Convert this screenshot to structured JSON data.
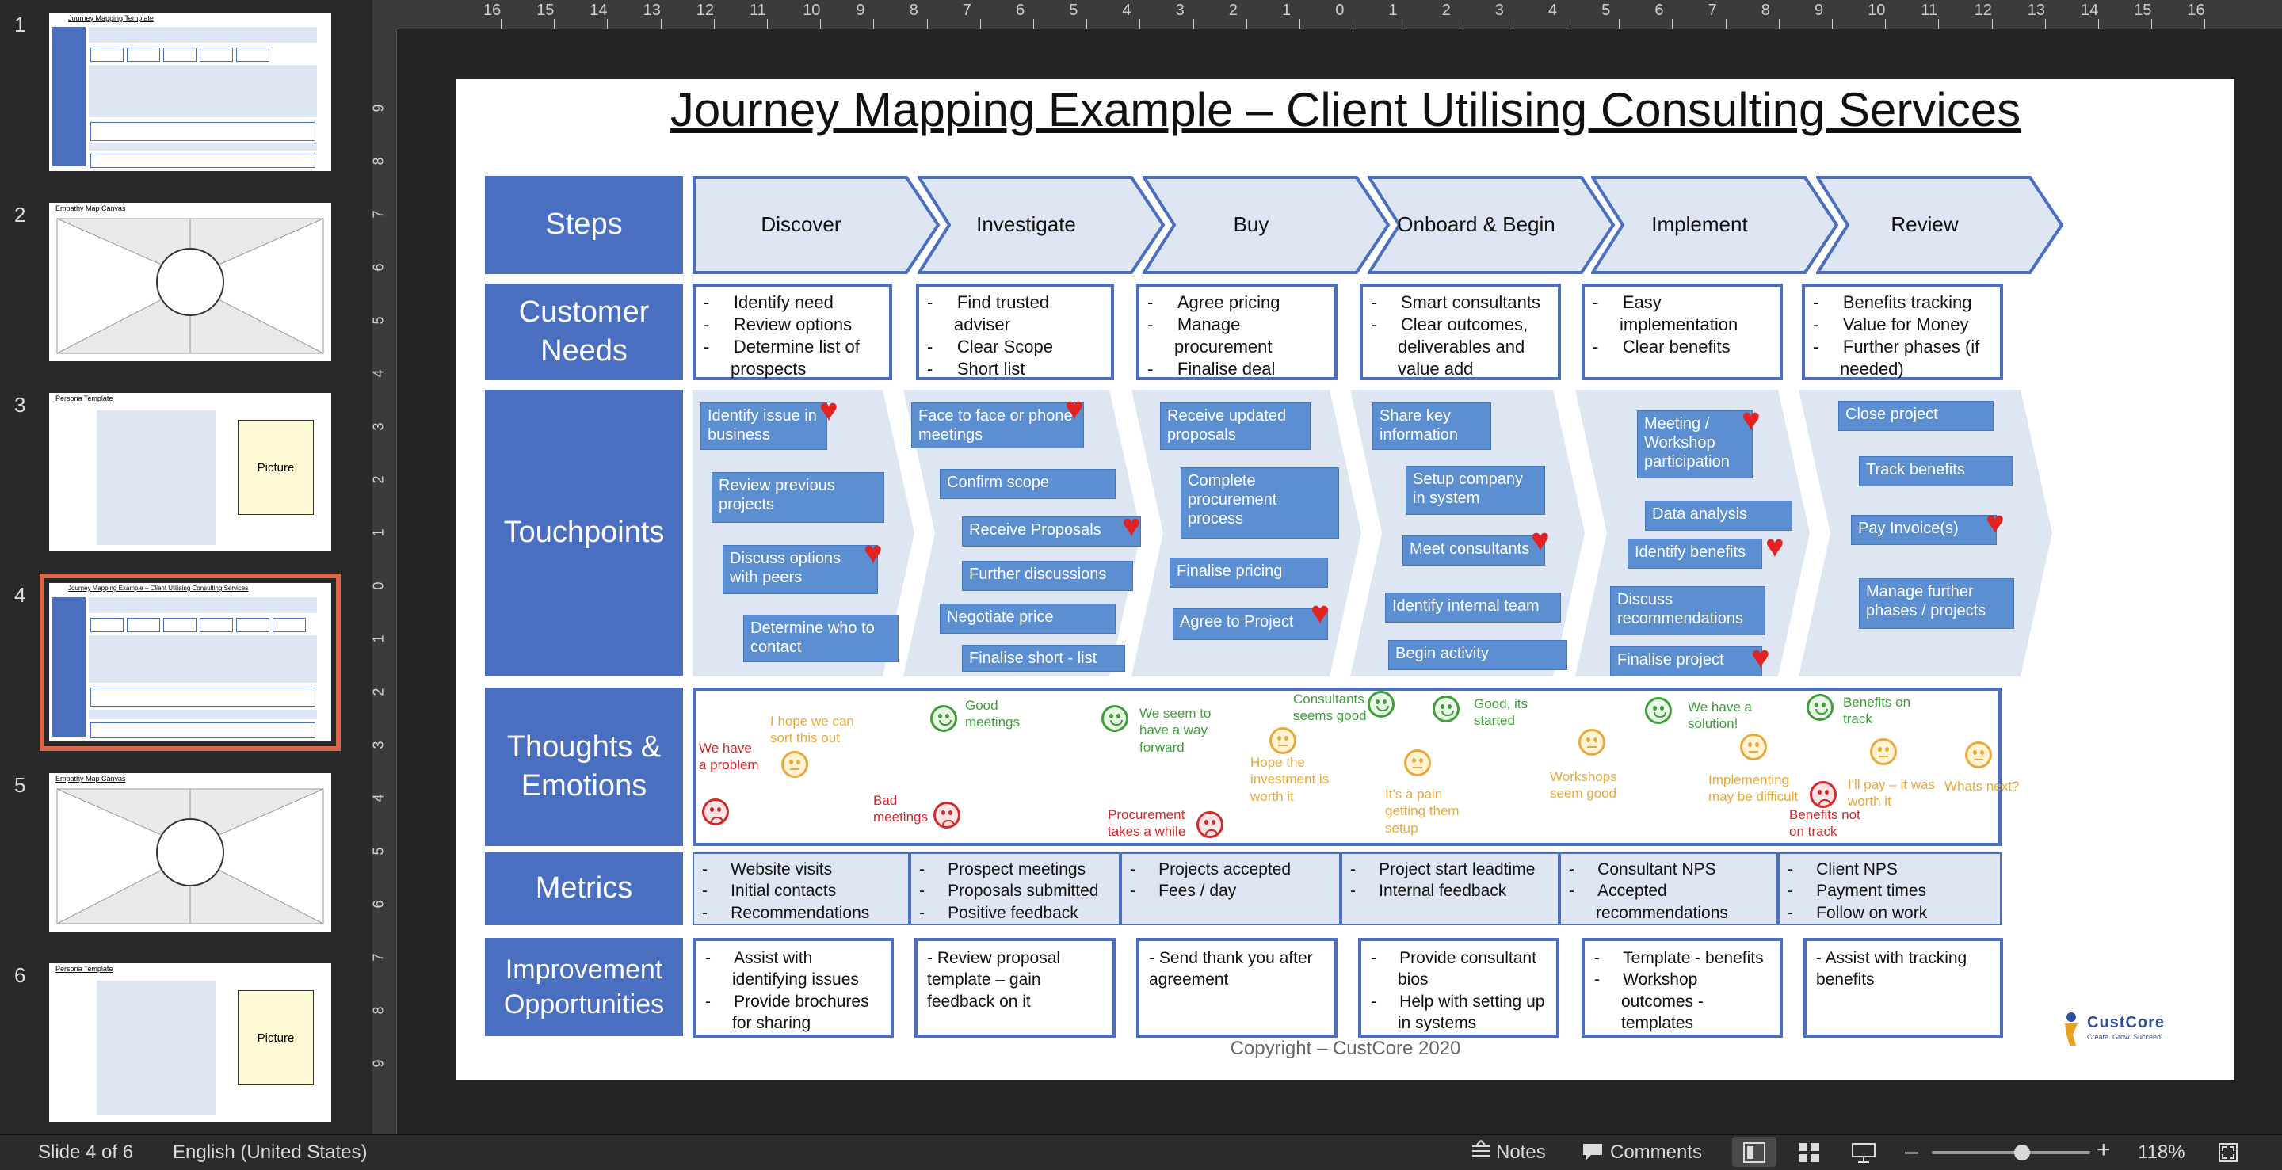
{
  "thumbnails": [
    {
      "number": "1",
      "kind": "journey-template",
      "title": "Journey Mapping Template"
    },
    {
      "number": "2",
      "kind": "empathy",
      "title": "Empathy Map Canvas"
    },
    {
      "number": "3",
      "kind": "persona",
      "title": "Persona Template",
      "picture_label": "Picture"
    },
    {
      "number": "4",
      "kind": "journey-example",
      "title": "Journey Mapping Example – Client Utilising Consulting Services",
      "selected": true
    },
    {
      "number": "5",
      "kind": "empathy",
      "title": "Empathy Map Canvas"
    },
    {
      "number": "6",
      "kind": "persona",
      "title": "Persona Template",
      "picture_label": "Picture"
    }
  ],
  "ruler": {
    "top_labels": [
      "16",
      "15",
      "14",
      "13",
      "12",
      "11",
      "10",
      "9",
      "8",
      "7",
      "6",
      "5",
      "4",
      "3",
      "2",
      "1",
      "0",
      "1",
      "2",
      "3",
      "4",
      "5",
      "6",
      "7",
      "8",
      "9",
      "10",
      "11",
      "12",
      "13",
      "14",
      "15",
      "16"
    ],
    "left_labels": [
      "9",
      "8",
      "7",
      "6",
      "5",
      "4",
      "3",
      "2",
      "1",
      "0",
      "1",
      "2",
      "3",
      "4",
      "5",
      "6",
      "7",
      "8",
      "9"
    ]
  },
  "slide": {
    "title": "Journey Mapping Example – Client Utilising Consulting Services",
    "row_headers": {
      "steps": "Steps",
      "needs": "Customer Needs",
      "touchpoints": "Touchpoints",
      "thoughts": "Thoughts & Emotions",
      "metrics": "Metrics",
      "improvement": "Improvement Opportunities"
    },
    "steps": [
      "Discover",
      "Investigate",
      "Buy",
      "Onboard & Begin",
      "Implement",
      "Review"
    ],
    "needs": [
      [
        "Identify  need",
        "Review options",
        "Determine list of prospects"
      ],
      [
        "Find trusted adviser",
        "Clear Scope",
        "Short list"
      ],
      [
        "Agree pricing",
        "Manage procurement",
        "Finalise deal"
      ],
      [
        "Smart consultants",
        "Clear outcomes, deliverables and value add"
      ],
      [
        "Easy implementation",
        "Clear benefits"
      ],
      [
        "Benefits tracking",
        "Value for Money",
        "Further phases (if needed)"
      ]
    ],
    "touchpoints": [
      {
        "text": "Identify issue in business",
        "heart": true
      },
      {
        "text": "Review previous projects",
        "heart": false
      },
      {
        "text": "Discuss options with peers",
        "heart": true
      },
      {
        "text": "Determine who to contact",
        "heart": false
      },
      {
        "text": "Face to face or phone meetings",
        "heart": true
      },
      {
        "text": "Confirm scope",
        "heart": false
      },
      {
        "text": "Receive Proposals",
        "heart": true
      },
      {
        "text": "Further discussions",
        "heart": false
      },
      {
        "text": "Negotiate price",
        "heart": false
      },
      {
        "text": "Finalise short - list",
        "heart": false
      },
      {
        "text": "Receive updated proposals",
        "heart": false
      },
      {
        "text": "Complete procurement process",
        "heart": false
      },
      {
        "text": "Finalise pricing",
        "heart": false
      },
      {
        "text": "Agree to Project",
        "heart": true
      },
      {
        "text": "Share key information",
        "heart": false
      },
      {
        "text": "Setup company in system",
        "heart": false
      },
      {
        "text": "Meet consultants",
        "heart": true
      },
      {
        "text": "Identify internal team",
        "heart": false
      },
      {
        "text": "Begin activity",
        "heart": false
      },
      {
        "text": "Meeting / Workshop participation",
        "heart": true
      },
      {
        "text": "Data analysis",
        "heart": false
      },
      {
        "text": "Identify benefits",
        "heart": true
      },
      {
        "text": "Discuss recommendations",
        "heart": false
      },
      {
        "text": "Finalise project",
        "heart": true
      },
      {
        "text": "Close project",
        "heart": false
      },
      {
        "text": "Track benefits",
        "heart": false
      },
      {
        "text": "Pay Invoice(s)",
        "heart": true
      },
      {
        "text": "Manage further phases / projects",
        "heart": false
      }
    ],
    "thoughts": [
      {
        "text": "We have a problem",
        "mood": "sad"
      },
      {
        "text": "I hope we can sort this out",
        "mood": "neutral"
      },
      {
        "text": "Bad meetings",
        "mood": "sad"
      },
      {
        "text": "Good meetings",
        "mood": "happy"
      },
      {
        "text": "We seem to have a way forward",
        "mood": "happy"
      },
      {
        "text": "Procurement takes a while",
        "mood": "sad"
      },
      {
        "text": "Consultants seems good",
        "mood": "happy"
      },
      {
        "text": "Hope the investment is worth it",
        "mood": "neutral"
      },
      {
        "text": "It's a pain getting them setup",
        "mood": "neutral"
      },
      {
        "text": "Good, its started",
        "mood": "happy"
      },
      {
        "text": "Workshops seem good",
        "mood": "neutral"
      },
      {
        "text": "We have a solution!",
        "mood": "happy"
      },
      {
        "text": "Implementing may be difficult",
        "mood": "neutral"
      },
      {
        "text": "Benefits on track",
        "mood": "happy"
      },
      {
        "text": "Benefits not on track",
        "mood": "sad"
      },
      {
        "text": "I'll pay – it was worth it",
        "mood": "neutral"
      },
      {
        "text": "Whats next?",
        "mood": "neutral"
      }
    ],
    "metrics": [
      [
        "Website visits",
        "Initial contacts",
        "Recommendations"
      ],
      [
        "Prospect meetings",
        "Proposals submitted",
        "Positive feedback"
      ],
      [
        "Projects accepted",
        "Fees / day"
      ],
      [
        "Project start leadtime",
        "Internal feedback"
      ],
      [
        "Consultant NPS",
        "Accepted recommendations"
      ],
      [
        "Client NPS",
        "Payment times",
        "Follow on work"
      ]
    ],
    "improvements": [
      [
        "- ",
        "Assist with identifying issues",
        "- ",
        "Provide brochures for sharing"
      ],
      [
        "- Review proposal template – gain feedback on it"
      ],
      [
        "- Send thank you after agreement"
      ],
      [
        "- ",
        "Provide consultant bios",
        "- ",
        "Help with setting up in systems"
      ],
      [
        "- ",
        "Template - benefits",
        "- ",
        "Workshop outcomes - templates"
      ],
      [
        "- Assist with tracking benefits"
      ]
    ],
    "copyright": "Copyright – CustCore 2020",
    "logo": {
      "name": "CustCore",
      "tagline": "Create. Grow. Succeed."
    }
  },
  "status_bar": {
    "slide_counter": "Slide 4 of 6",
    "language": "English (United States)",
    "notes": "Notes",
    "comments": "Comments",
    "zoom": "118%",
    "zoom_fraction": 0.57
  },
  "colors": {
    "row_header": "#4a6fc1",
    "touchpoint": "#5b8fd1",
    "heart": "#e32222",
    "happy": "#3f9e3a",
    "neutral": "#e8a93a",
    "sad": "#d22a2a",
    "selection": "#d9674c"
  }
}
